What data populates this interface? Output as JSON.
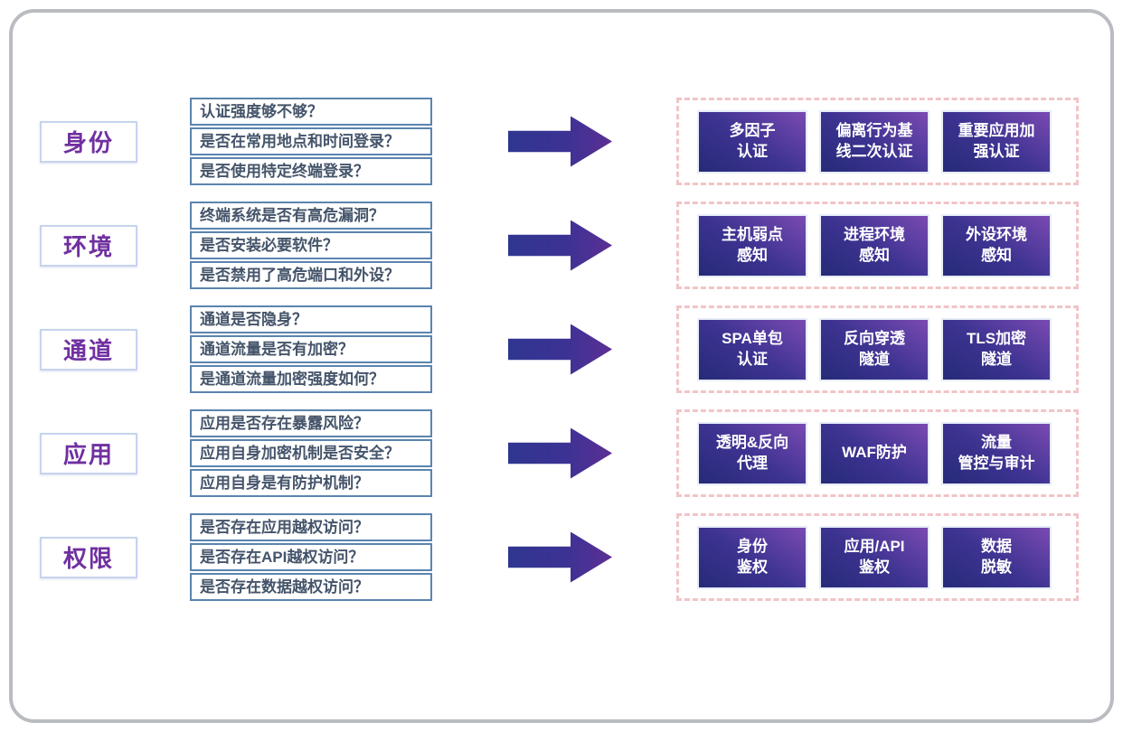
{
  "colors": {
    "category_text": "#7030A0",
    "question_border": "#5B84AE",
    "question_text": "#44546A",
    "arrow_gradient_start": "#2F3690",
    "arrow_gradient_end": "#5C2F94",
    "solution_gradient_start": "#262A78",
    "solution_gradient_end": "#7A4AB2",
    "solution_text": "#FFFFFF",
    "dashed_container_border": "#F2C4C7",
    "frame_border": "#B9BCC0"
  },
  "icons": {
    "arrow": "right-block-arrow"
  },
  "rows": [
    {
      "category": "身份",
      "questions": [
        "认证强度够不够？",
        "是否在常用地点和时间登录？",
        "是否使用特定终端登录？"
      ],
      "solutions": [
        "多因子\n认证",
        "偏离行为基\n线二次认证",
        "重要应用加\n强认证"
      ]
    },
    {
      "category": "环境",
      "questions": [
        "终端系统是否有高危漏洞？",
        "是否安装必要软件？",
        "是否禁用了高危端口和外设？"
      ],
      "solutions": [
        "主机弱点\n感知",
        "进程环境\n感知",
        "外设环境\n感知"
      ]
    },
    {
      "category": "通道",
      "questions": [
        "通道是否隐身？",
        "通道流量是否有加密？",
        "是通道流量加密强度如何？"
      ],
      "solutions": [
        "SPA单包\n认证",
        "反向穿透\n隧道",
        "TLS加密\n隧道"
      ]
    },
    {
      "category": "应用",
      "questions": [
        "应用是否存在暴露风险？",
        "应用自身加密机制是否安全？",
        "应用自身是有防护机制？"
      ],
      "solutions": [
        "透明&反向\n代理",
        "WAF防护",
        "流量\n管控与审计"
      ]
    },
    {
      "category": "权限",
      "questions": [
        "是否存在应用越权访问？",
        "是否存在API越权访问？",
        "是否存在数据越权访问？"
      ],
      "solutions": [
        "身份\n鉴权",
        "应用/API\n鉴权",
        "数据\n脱敏"
      ]
    }
  ]
}
